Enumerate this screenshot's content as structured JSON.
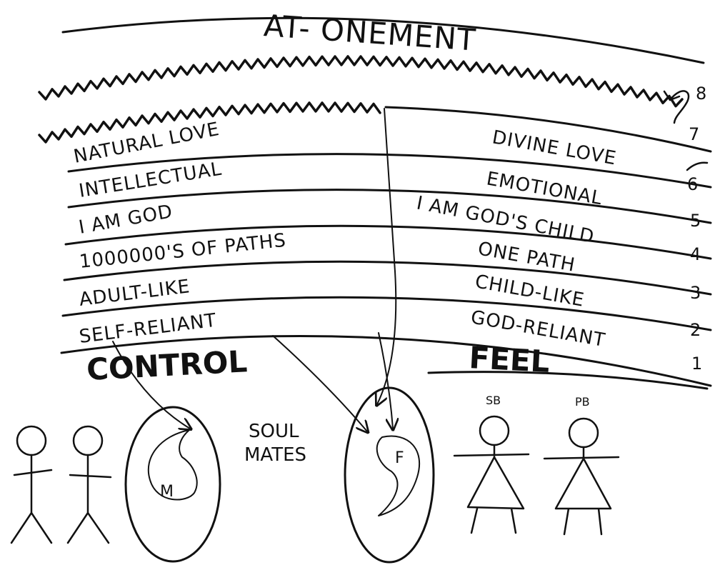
{
  "title": "AT- ONEMENT",
  "levels": [
    {
      "number": "8",
      "left": "",
      "right": ""
    },
    {
      "number": "7",
      "left": "NATURAL LOVE",
      "right": "DIVINE LOVE"
    },
    {
      "number": "6",
      "left": "INTELLECTUAL",
      "right": "EMOTIONAL"
    },
    {
      "number": "5",
      "left": "I AM GOD",
      "right": "I AM GOD'S CHILD"
    },
    {
      "number": "4",
      "left": "1000000'S OF PATHS",
      "right": "ONE PATH"
    },
    {
      "number": "3",
      "left": "ADULT-LIKE",
      "right": "CHILD-LIKE"
    },
    {
      "number": "2",
      "left": "SELF-RELIANT",
      "right": "GOD-RELIANT"
    },
    {
      "number": "1",
      "left": "",
      "right": ""
    }
  ],
  "left_heading": "CONTROL",
  "right_heading": "FEEL",
  "soul_mates_label": [
    "SOUL",
    "MATES"
  ],
  "male_soul_letter": "M",
  "female_soul_letter": "F",
  "female_figure_labels": [
    "SB",
    "PB"
  ],
  "colors": {
    "ink": "#111111",
    "paper": "#ffffff"
  }
}
